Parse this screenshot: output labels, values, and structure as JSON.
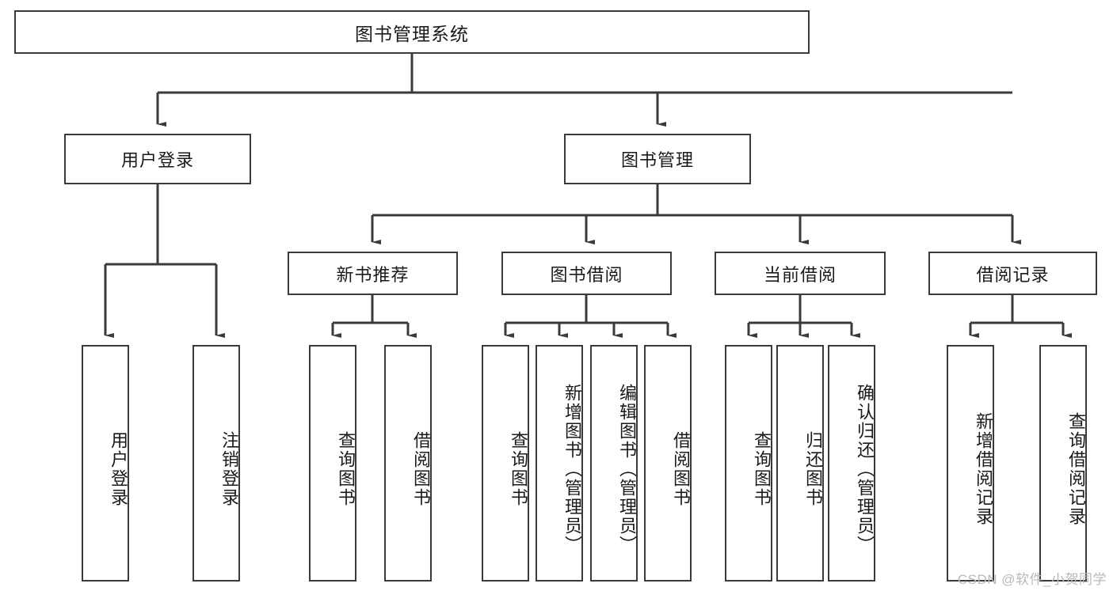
{
  "diagram": {
    "title": "图书管理系统",
    "type": "hierarchy-tree",
    "watermark": "CSDN @软件_小贺同学",
    "colors": {
      "box_border": "#3a3a3a",
      "box_fill": "#ffffff",
      "line": "#3a3a3a",
      "text": "#1a1a1a",
      "watermark": "#b9b9b9"
    },
    "levels": {
      "root": {
        "label": "图书管理系统"
      },
      "level2": [
        {
          "label": "用户登录"
        },
        {
          "label": "图书管理"
        }
      ],
      "level3": [
        {
          "label": "新书推荐"
        },
        {
          "label": "图书借阅"
        },
        {
          "label": "当前借阅"
        },
        {
          "label": "借阅记录"
        }
      ],
      "leaves": [
        {
          "label": "用户登录",
          "parent": "用户登录"
        },
        {
          "label": "注销登录",
          "parent": "用户登录"
        },
        {
          "label": "查询图书",
          "parent": "新书推荐"
        },
        {
          "label": "借阅图书",
          "parent": "新书推荐"
        },
        {
          "label": "查询图书",
          "parent": "图书借阅"
        },
        {
          "label": "新增图书（管理员）",
          "parent": "图书借阅"
        },
        {
          "label": "编辑图书（管理员）",
          "parent": "图书借阅"
        },
        {
          "label": "借阅图书",
          "parent": "图书借阅"
        },
        {
          "label": "查询图书",
          "parent": "当前借阅"
        },
        {
          "label": "归还图书",
          "parent": "当前借阅"
        },
        {
          "label": "确认归还（管理员）",
          "parent": "当前借阅"
        },
        {
          "label": "新增借阅记录",
          "parent": "借阅记录"
        },
        {
          "label": "查询借阅记录",
          "parent": "借阅记录"
        }
      ]
    }
  }
}
